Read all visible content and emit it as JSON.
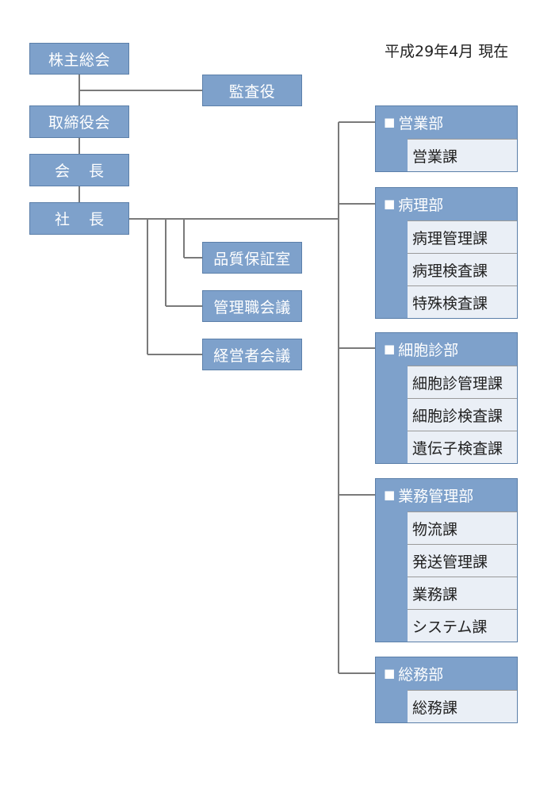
{
  "date_label": "平成29年4月 現在",
  "colors": {
    "box_fill": "#7ea1cb",
    "box_border": "#5b7fa9",
    "section_fill": "#eaeff6",
    "connector": "#7a7a7a"
  },
  "icons": {
    "dept_marker": "black-square"
  },
  "executive": {
    "shareholders": "株主総会",
    "auditor": "監査役",
    "board": "取締役会",
    "chairman": {
      "part1": "会",
      "part2": "長"
    },
    "president": {
      "part1": "社",
      "part2": "長"
    }
  },
  "staff": {
    "quality_office": "品質保証室",
    "management_meeting": "管理職会議",
    "executive_meeting": "経営者会議"
  },
  "departments": [
    {
      "marker": "■",
      "name": "営業部",
      "sections": [
        "営業課"
      ]
    },
    {
      "marker": "■",
      "name": "病理部",
      "sections": [
        "病理管理課",
        "病理検査課",
        "特殊検査課"
      ]
    },
    {
      "marker": "■",
      "name": "細胞診部",
      "sections": [
        "細胞診管理課",
        "細胞診検査課",
        "遺伝子検査課"
      ]
    },
    {
      "marker": "■",
      "name": "業務管理部",
      "sections": [
        "物流課",
        "発送管理課",
        "業務課",
        "システム課"
      ]
    },
    {
      "marker": "■",
      "name": "総務部",
      "sections": [
        "総務課"
      ]
    }
  ]
}
